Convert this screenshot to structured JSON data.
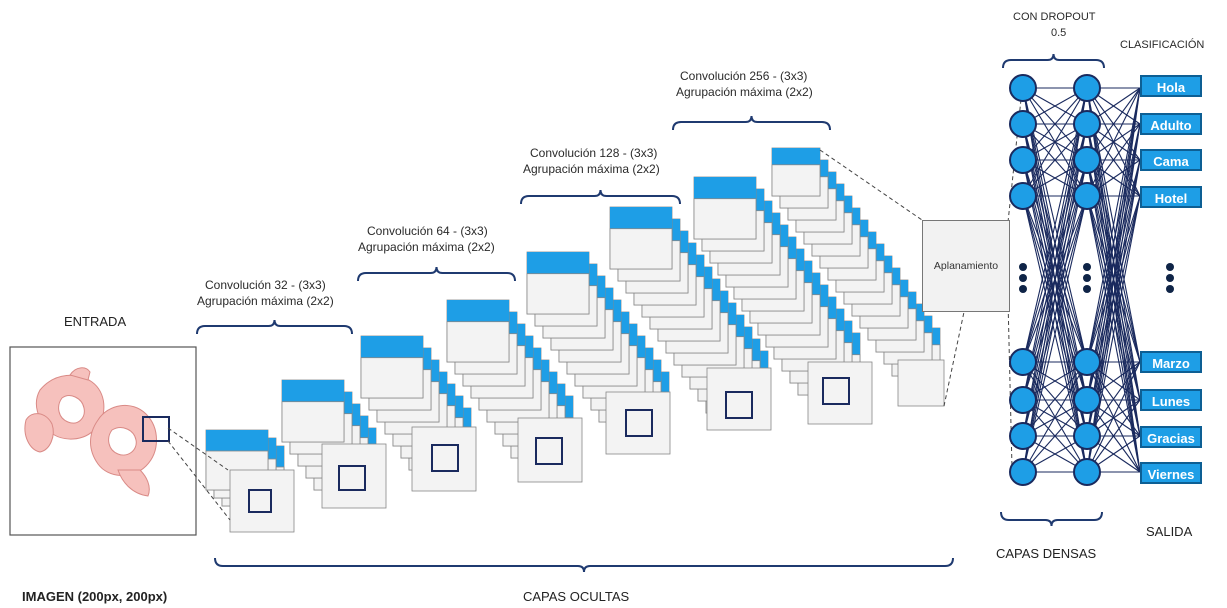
{
  "labels": {
    "entrada": "ENTRADA",
    "imagen": "IMAGEN (200px, 200px)",
    "capas_ocultas": "CAPAS OCULTAS",
    "capas_densas": "CAPAS DENSAS",
    "salida": "SALIDA",
    "clasificacion": "CLASIFICACIÓN",
    "dropout_line1": "CON DROPOUT",
    "dropout_line2": "0.5",
    "aplanamiento": "Aplanamiento"
  },
  "conv_blocks": [
    {
      "conv": "Convolución 32 - (3x3)",
      "pool": "Agrupación máxima (2x2)"
    },
    {
      "conv": "Convolución 64 - (3x3)",
      "pool": "Agrupación máxima (2x2)"
    },
    {
      "conv": "Convolución 128 - (3x3)",
      "pool": "Agrupación máxima (2x2)"
    },
    {
      "conv": "Convolución 256 - (3x3)",
      "pool": "Agrupación máxima (2x2)"
    }
  ],
  "classes_top": [
    "Hola",
    "Adulto",
    "Cama",
    "Hotel"
  ],
  "classes_bottom": [
    "Marzo",
    "Lunes",
    "Gracias",
    "Viernes"
  ],
  "colors": {
    "feature_blue": "#1e9ee6",
    "neuron_fill": "#1e9ee6",
    "dark_navy": "#1a2a5e",
    "bracket": "#1f3a70",
    "hand_pink": "#f6c1bd"
  }
}
